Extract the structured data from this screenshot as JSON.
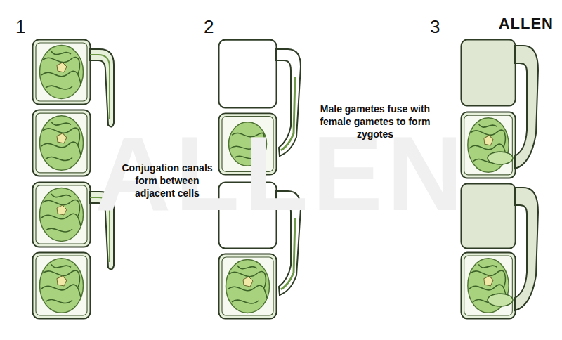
{
  "diagram": {
    "labels": [
      "1",
      "2",
      "3",
      "Conjugation canals form between adjacent cells",
      "Male gametes fuse with female gametes to form zygotes",
      "ALLEN",
      "ALLEN"
    ]
  }
}
